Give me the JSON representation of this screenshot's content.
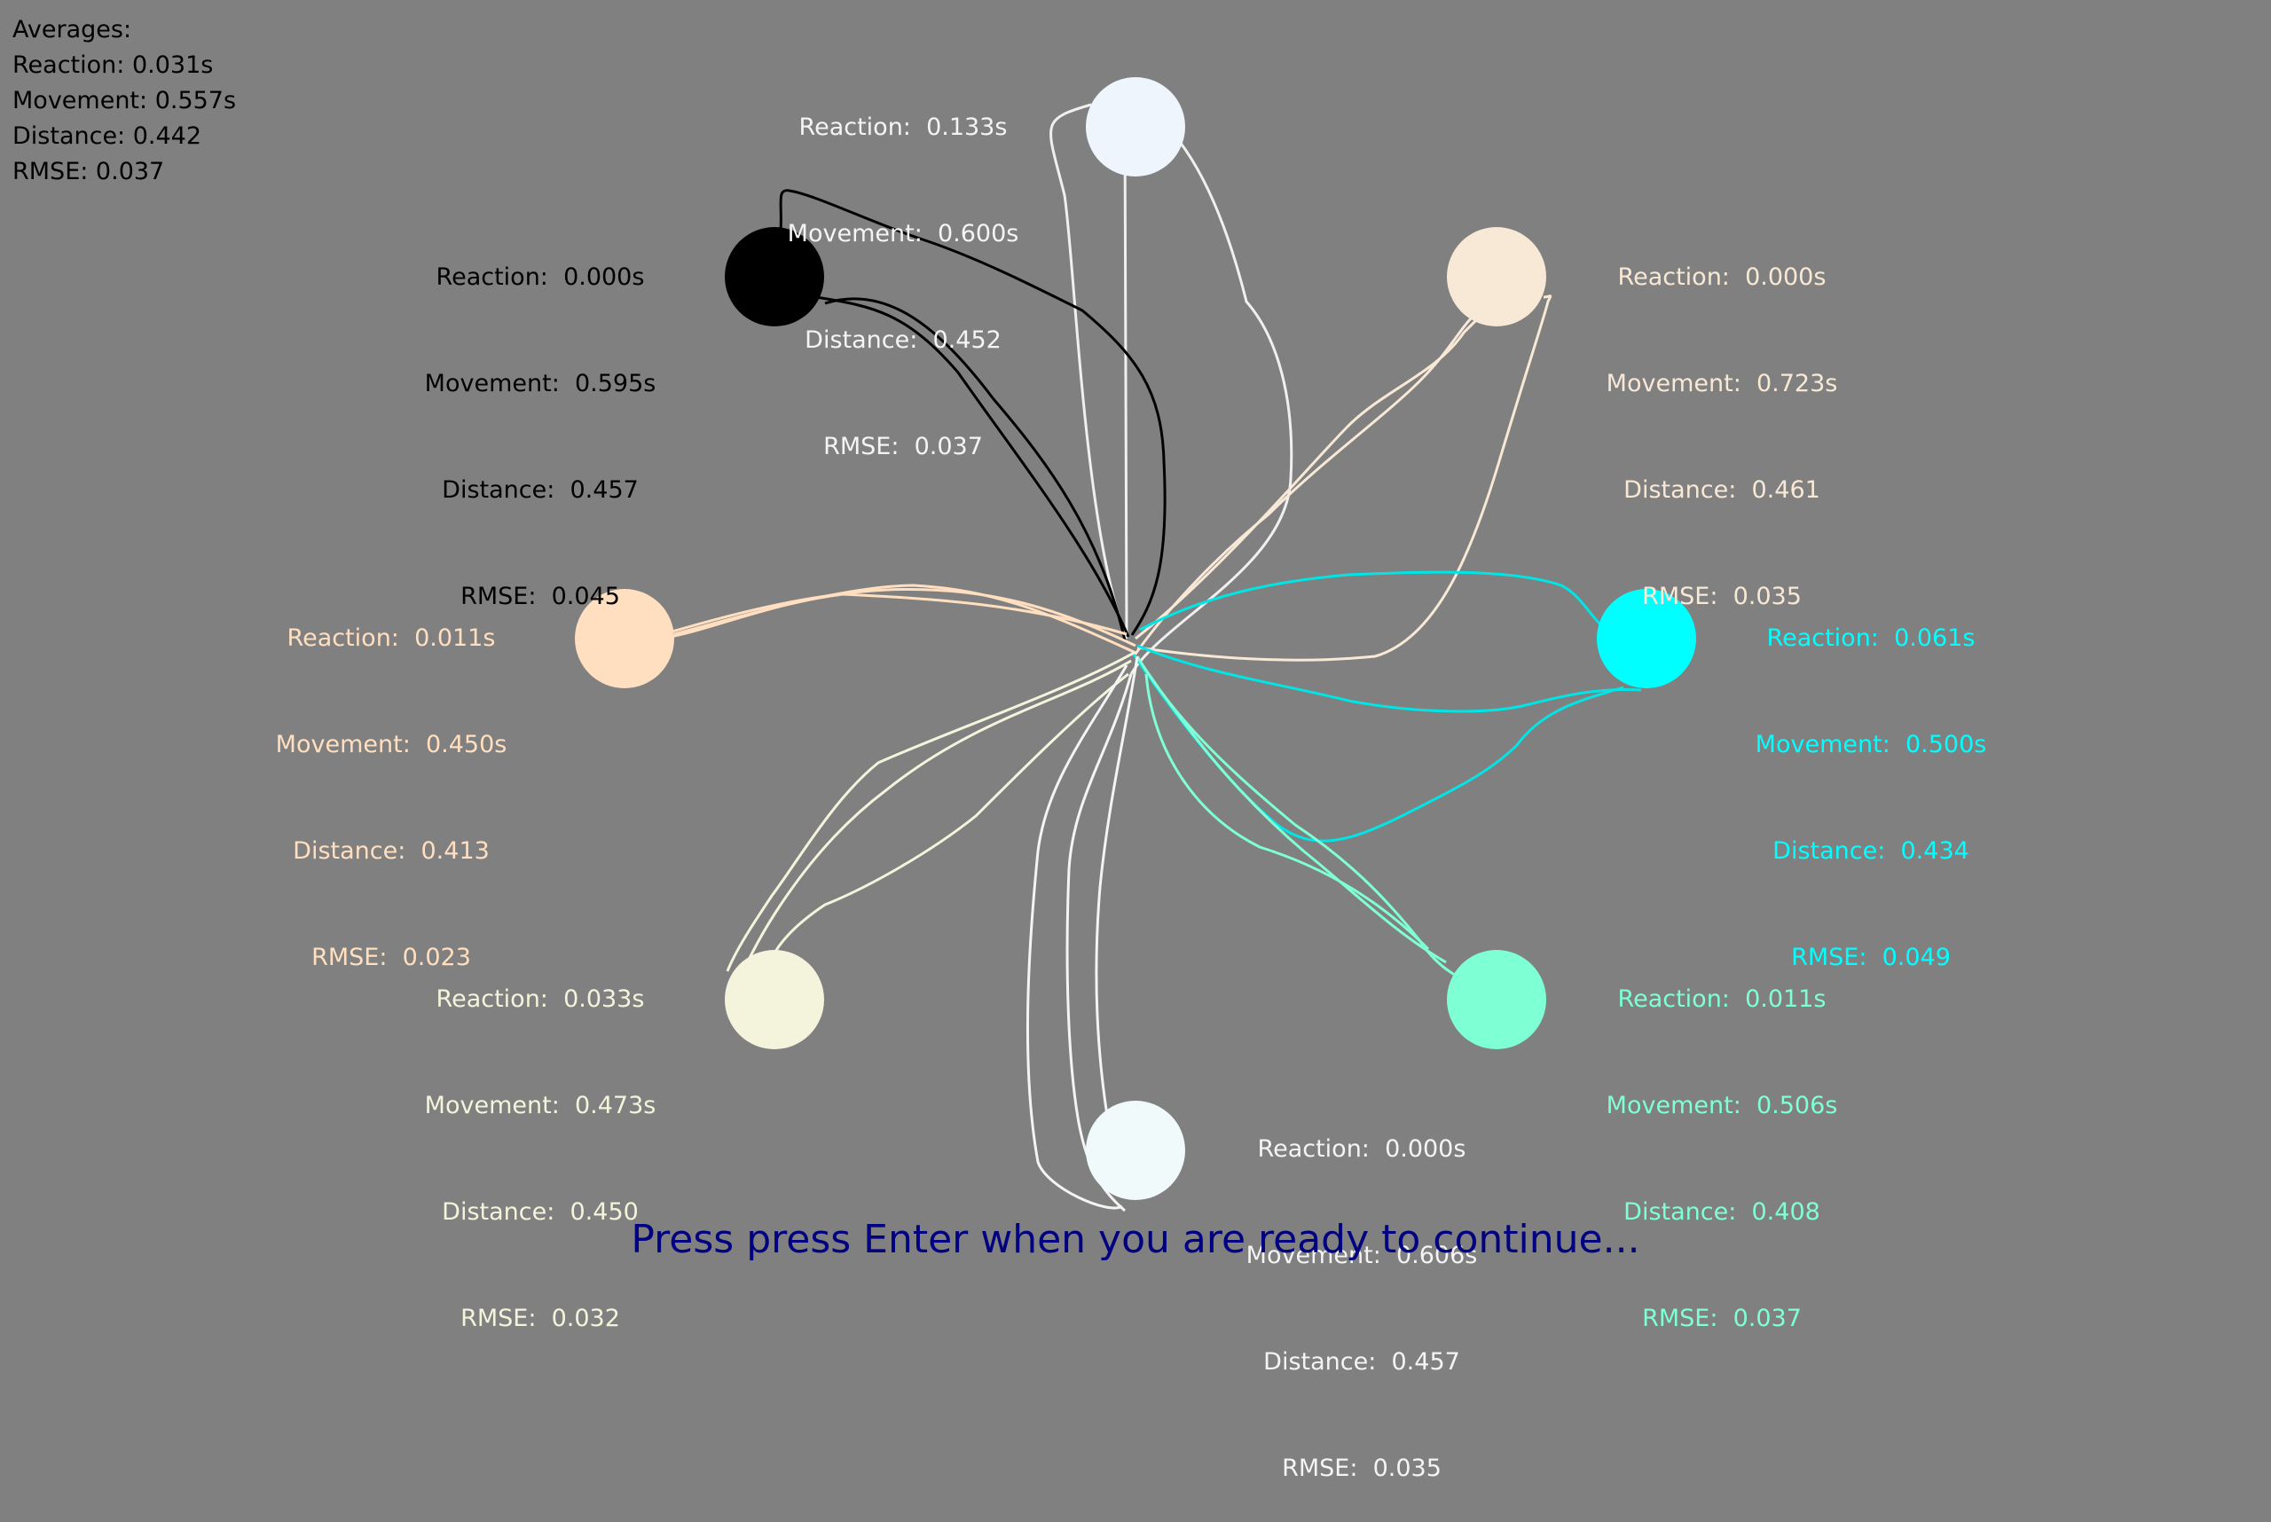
{
  "averages": {
    "title": "Averages:",
    "reaction": "Reaction:  0.031s",
    "movement": "Movement:  0.557s",
    "distance": "Distance:  0.442",
    "rmse": "RMSE:  0.037"
  },
  "targets": [
    {
      "id": "top",
      "color": "#eef5fc",
      "reaction": "Reaction:  0.133s",
      "movement": "Movement:  0.600s",
      "distance": "Distance:  0.452",
      "rmse": "RMSE:  0.037",
      "text_color": "#f4f4f4"
    },
    {
      "id": "top-left",
      "color": "#000000",
      "reaction": "Reaction:  0.000s",
      "movement": "Movement:  0.595s",
      "distance": "Distance:  0.457",
      "rmse": "RMSE:  0.045",
      "text_color": "#000000"
    },
    {
      "id": "top-right",
      "color": "#f8e8d6",
      "reaction": "Reaction:  0.000s",
      "movement": "Movement:  0.723s",
      "distance": "Distance:  0.461",
      "rmse": "RMSE:  0.035",
      "text_color": "#f8e8d6"
    },
    {
      "id": "left",
      "color": "#ffdfc0",
      "reaction": "Reaction:  0.011s",
      "movement": "Movement:  0.450s",
      "distance": "Distance:  0.413",
      "rmse": "RMSE:  0.023",
      "text_color": "#ffdfc0"
    },
    {
      "id": "right",
      "color": "#00ffff",
      "reaction": "Reaction:  0.061s",
      "movement": "Movement:  0.500s",
      "distance": "Distance:  0.434",
      "rmse": "RMSE:  0.049",
      "text_color": "#00ffff"
    },
    {
      "id": "bottom-left",
      "color": "#f4f4dc",
      "reaction": "Reaction:  0.033s",
      "movement": "Movement:  0.473s",
      "distance": "Distance:  0.450",
      "rmse": "RMSE:  0.032",
      "text_color": "#f4f4dc"
    },
    {
      "id": "bottom-right",
      "color": "#7fffd4",
      "reaction": "Reaction:  0.011s",
      "movement": "Movement:  0.506s",
      "distance": "Distance:  0.408",
      "rmse": "RMSE:  0.037",
      "text_color": "#7fffd4"
    },
    {
      "id": "bottom",
      "color": "#f0fafa",
      "reaction": "Reaction:  0.000s",
      "movement": "Movement:  0.606s",
      "distance": "Distance:  0.457",
      "rmse": "RMSE:  0.035",
      "text_color": "#f4f4f4"
    }
  ],
  "prompt": "Press press Enter when you are ready to continue..."
}
